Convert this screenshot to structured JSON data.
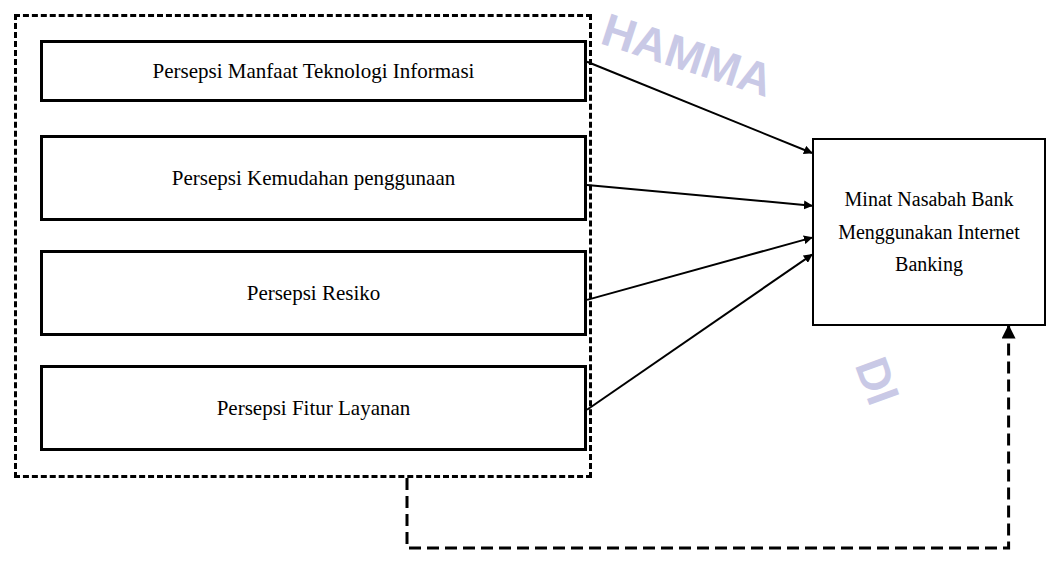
{
  "diagram": {
    "nodes": [
      {
        "text": []
      },
      {
        "text": [
          "Persepsi Manfaat Teknologi Informasi"
        ],
        "in": 0
      },
      {
        "text": [
          "Persepsi Kemudahan penggunaan"
        ],
        "in": 0
      },
      {
        "text": [
          "Persepsi Resiko"
        ],
        "in": 0
      },
      {
        "text": [
          "Persepsi Fitur Layanan"
        ],
        "in": 0
      },
      {
        "text": [
          "Minat Nasabah Bank Menggunakan Internet Banking"
        ]
      }
    ],
    "edges": [
      {
        "from": 1,
        "to": 5,
        "arrow": "to"
      },
      {
        "from": 2,
        "to": 5,
        "arrow": "to"
      },
      {
        "from": 3,
        "to": 5,
        "arrow": "to"
      },
      {
        "from": 4,
        "to": 5,
        "arrow": "to"
      },
      {
        "from": 0,
        "to": 5,
        "arrow": "to"
      }
    ],
    "labels": [
      "HAMMA",
      "DI"
    ]
  }
}
